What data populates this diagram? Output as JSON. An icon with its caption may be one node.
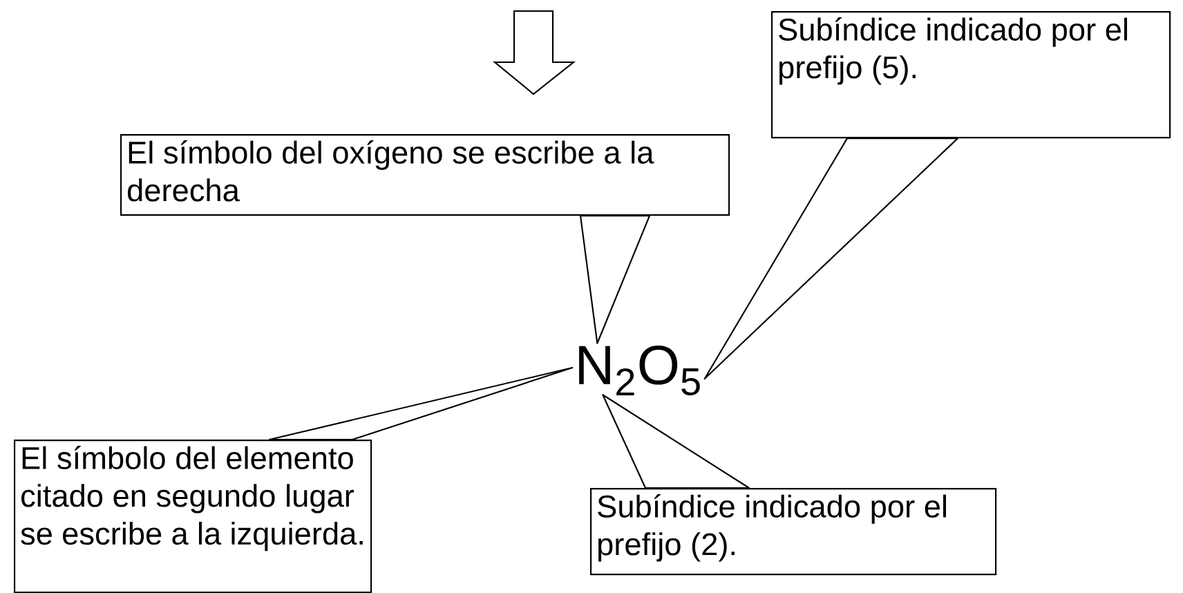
{
  "diagram": {
    "nodes": [
      {
        "text": [
          "El símbolo del oxígeno se escribe a la derecha"
        ]
      },
      {
        "text": [
          "Subíndice indicado por el prefijo (5)."
        ]
      },
      {
        "text": [
          "N$_{2}$O$_{5}$"
        ]
      },
      {
        "text": [
          "El símbolo del elemento citado en segundo lugar se escribe a la izquierda."
        ]
      },
      {
        "text": [
          "Subíndice indicado por el prefijo (2)."
        ]
      }
    ],
    "edges": [
      {
        "from": 0,
        "to": 2,
        "arrow": "none"
      },
      {
        "from": 1,
        "to": 2,
        "arrow": "none"
      },
      {
        "from": 3,
        "to": 2,
        "arrow": "none"
      },
      {
        "from": 4,
        "to": 2,
        "arrow": "none"
      }
    ]
  }
}
